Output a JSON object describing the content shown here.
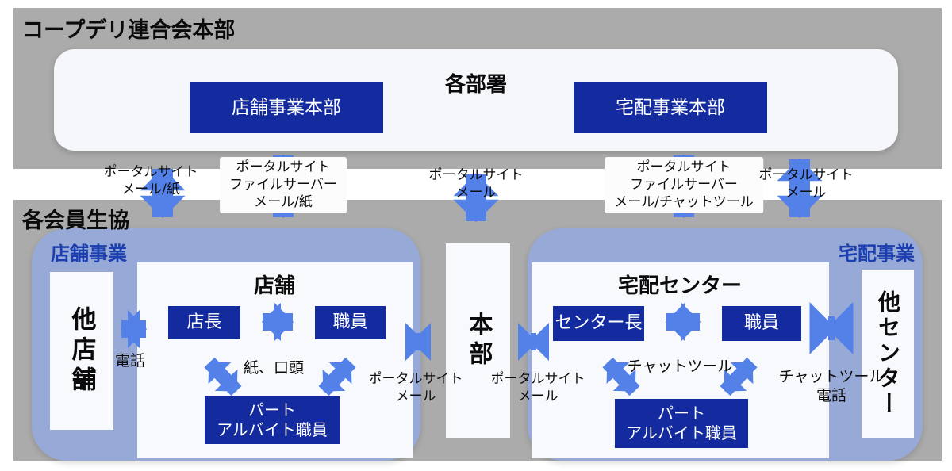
{
  "colors": {
    "navy_box": "#132b9e",
    "arrow_blue": "#5381e8",
    "container_blue": "#97a9d6",
    "division_label_blue": "#1b3fae",
    "background_gray": "#ababab",
    "panel_white": "#f6f7fb"
  },
  "federation": {
    "title": "コープデリ連合会本部",
    "departments_title": "各部署",
    "store_hq": "店舗事業本部",
    "delivery_hq": "宅配事業本部"
  },
  "channels": {
    "store_left": "ポータルサイト\nメール/紙",
    "store_right": "ポータルサイト\nファイルサーバー\nメール/紙",
    "center": "ポータルサイト\nメール",
    "delivery_left": "ポータルサイト\nファイルサーバー\nメール/チャットツール",
    "delivery_right": "ポータルサイト\nメール"
  },
  "members": {
    "title": "各会員生協",
    "hq": "本部",
    "store_division": {
      "label": "店舗事業",
      "other_stores": "他店舗",
      "store_title": "店舗",
      "manager": "店長",
      "staff": "職員",
      "part_time": "パート\nアルバイト職員",
      "phone": "電話",
      "paper_oral": "紙、口頭",
      "portal_mail": "ポータルサイト\nメール"
    },
    "delivery_division": {
      "label": "宅配事業",
      "center_title": "宅配センター",
      "manager": "センター長",
      "staff": "職員",
      "part_time": "パート\nアルバイト職員",
      "chat_tool": "チャットツール",
      "chat_phone": "チャットツール\n電話",
      "other_centers": "他センター",
      "portal_mail": "ポータルサイト\nメール"
    }
  }
}
